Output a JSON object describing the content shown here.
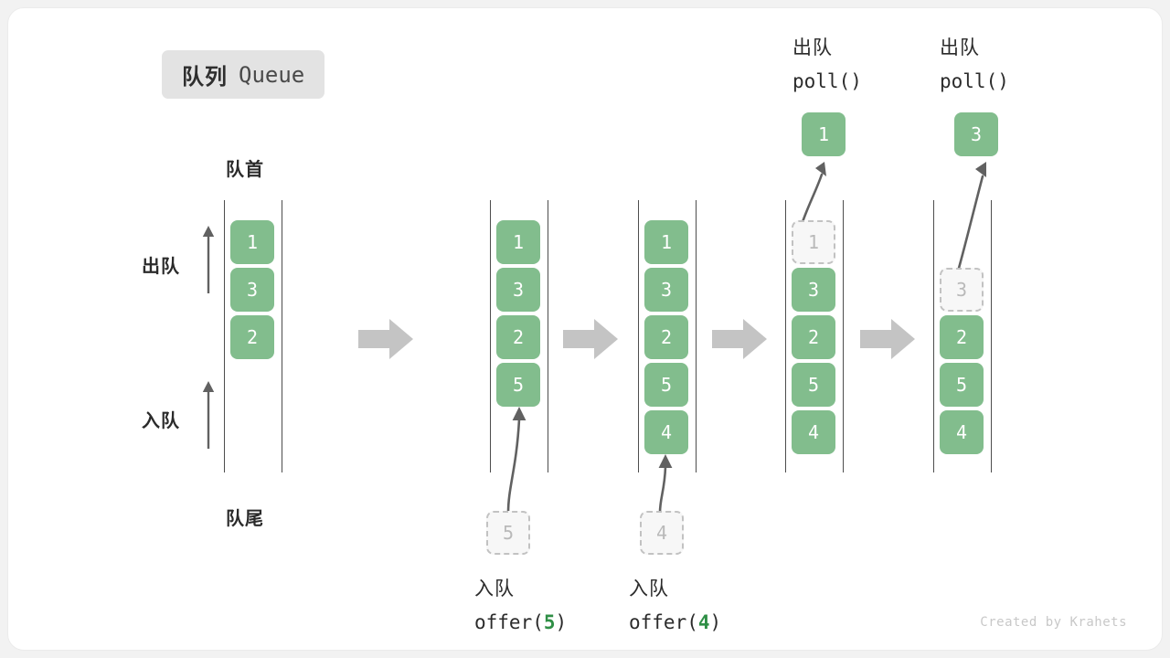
{
  "title": {
    "cn": "队列",
    "en": "Queue"
  },
  "labels": {
    "head": "队首",
    "tail": "队尾",
    "dequeue": "出队",
    "enqueue": "入队"
  },
  "colors": {
    "element_fill": "#82bd8d",
    "element_text": "#ffffff",
    "ghost_fill": "#f7f7f7",
    "ghost_border": "#c2c2c2",
    "ghost_text": "#b9b9b9",
    "rail": "#4d4d4d",
    "step_arrow": "#c4c4c4",
    "curve_arrow": "#616161",
    "code_arg": "#2f8f46",
    "title_pill": "#e3e3e3",
    "card_bg": "#ffffff",
    "page_bg": "#f2f2f2"
  },
  "columns": [
    {
      "id": "initial",
      "cells": [
        {
          "value": "1",
          "state": "filled"
        },
        {
          "value": "3",
          "state": "filled"
        },
        {
          "value": "2",
          "state": "filled"
        }
      ]
    },
    {
      "id": "after-offer-5",
      "cells": [
        {
          "value": "1",
          "state": "filled"
        },
        {
          "value": "3",
          "state": "filled"
        },
        {
          "value": "2",
          "state": "filled"
        },
        {
          "value": "5",
          "state": "filled"
        }
      ],
      "incoming": {
        "value": "5",
        "state": "ghost"
      },
      "caption": {
        "cn": "入队",
        "fn": "offer(",
        "arg": "5",
        "close": ")"
      }
    },
    {
      "id": "after-offer-4",
      "cells": [
        {
          "value": "1",
          "state": "filled"
        },
        {
          "value": "3",
          "state": "filled"
        },
        {
          "value": "2",
          "state": "filled"
        },
        {
          "value": "5",
          "state": "filled"
        },
        {
          "value": "4",
          "state": "filled"
        }
      ],
      "incoming": {
        "value": "4",
        "state": "ghost"
      },
      "caption": {
        "cn": "入队",
        "fn": "offer(",
        "arg": "4",
        "close": ")"
      }
    },
    {
      "id": "after-poll-1",
      "cells": [
        {
          "value": "1",
          "state": "ghost"
        },
        {
          "value": "3",
          "state": "filled"
        },
        {
          "value": "2",
          "state": "filled"
        },
        {
          "value": "5",
          "state": "filled"
        },
        {
          "value": "4",
          "state": "filled"
        }
      ],
      "outgoing": {
        "value": "1",
        "state": "filled"
      },
      "caption": {
        "cn": "出队",
        "fn": "poll(",
        "arg": "",
        "close": ")"
      }
    },
    {
      "id": "after-poll-3",
      "cells": [
        {
          "value": "3",
          "state": "ghost"
        },
        {
          "value": "2",
          "state": "filled"
        },
        {
          "value": "5",
          "state": "filled"
        },
        {
          "value": "4",
          "state": "filled"
        }
      ],
      "outgoing": {
        "value": "3",
        "state": "filled"
      },
      "caption": {
        "cn": "出队",
        "fn": "poll(",
        "arg": "",
        "close": ")"
      }
    }
  ],
  "credit": "Created by Krahets"
}
